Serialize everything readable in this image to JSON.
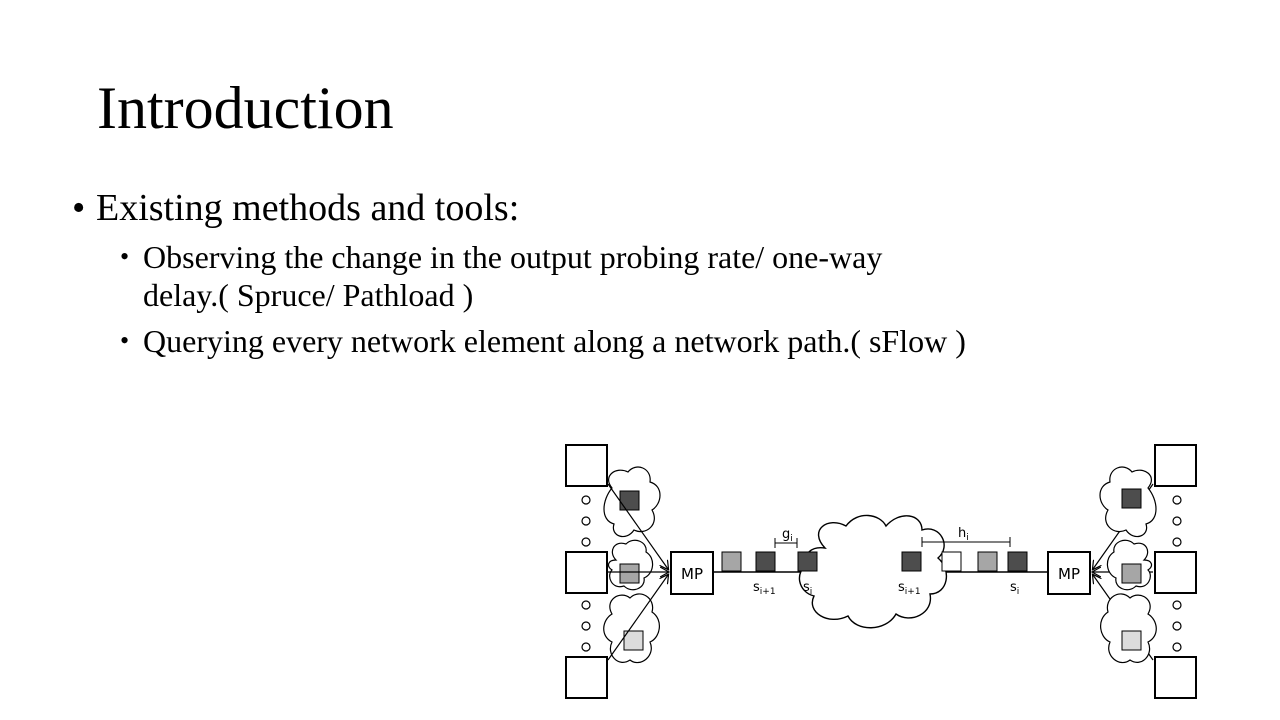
{
  "title": "Introduction",
  "bullets": [
    {
      "text": "Existing methods and tools:",
      "children": [
        {
          "line1": "Observing the change in the output probing rate/ one-way",
          "line2": "delay.( Spruce/ Pathload )"
        },
        {
          "line1": "Querying every network element along a network path.( sFlow )"
        }
      ]
    }
  ],
  "bullet_glyph": "•",
  "diagram": {
    "left_mp": "MP",
    "right_mp": "MP",
    "labels": {
      "g": "g",
      "g_sub": "i",
      "h": "h",
      "h_sub": "i",
      "s_left_a": "s",
      "s_left_a_sub": "i+1",
      "s_left_b": "s",
      "s_left_b_sub": "i",
      "s_right_a": "s",
      "s_right_a_sub": "i+1",
      "s_right_b": "s",
      "s_right_b_sub": "i"
    },
    "colors": {
      "dark": "#4d4d4d",
      "medium": "#a6a6a6",
      "light": "#dcdcdc",
      "line": "#000000"
    }
  }
}
